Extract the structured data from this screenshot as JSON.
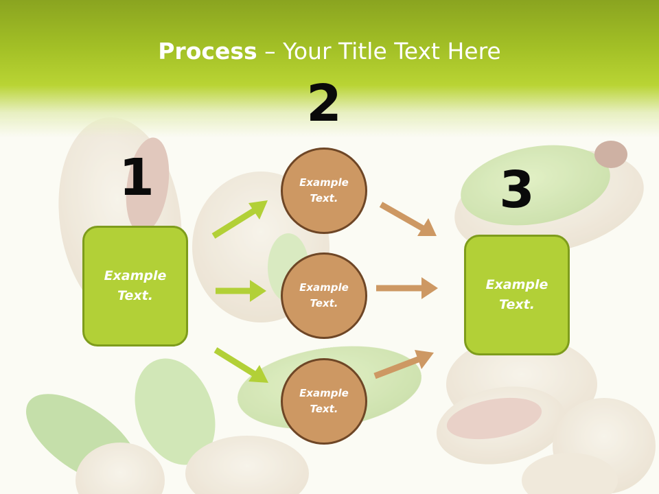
{
  "title": {
    "bold": "Process",
    "rest": " – Your Title Text Here"
  },
  "steps": [
    {
      "number": "1",
      "lines": [
        "Example",
        "Text."
      ]
    },
    {
      "number": "2",
      "circles": [
        {
          "lines": [
            "Example",
            "Text."
          ]
        },
        {
          "lines": [
            "Example",
            "Text."
          ]
        },
        {
          "lines": [
            "Example",
            "Text."
          ]
        }
      ]
    },
    {
      "number": "3",
      "lines": [
        "Example",
        "Text."
      ]
    }
  ],
  "colors": {
    "header_green": "#a3c026",
    "box_fill": "#b2d037",
    "box_border": "#7e9c1c",
    "circle_fill": "#cd9863",
    "circle_border": "#6e4626",
    "arrow_green": "#b2d037",
    "arrow_brown": "#cd9863",
    "number_color": "#0a0a0a"
  },
  "icons": {
    "arrow": "arrow-icon"
  }
}
